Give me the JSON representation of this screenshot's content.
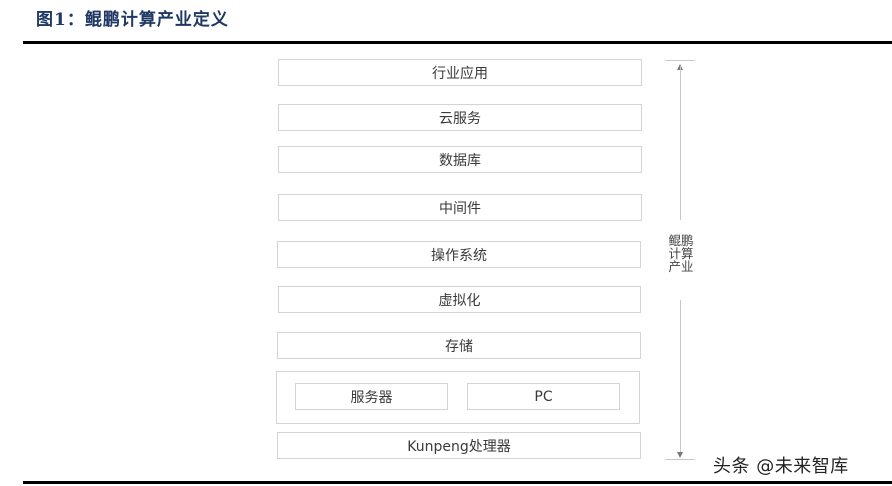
{
  "figure": {
    "title": "图1：鲲鹏计算产业定义"
  },
  "diagram": {
    "layers": [
      {
        "label": "行业应用"
      },
      {
        "label": "云服务"
      },
      {
        "label": "数据库"
      },
      {
        "label": "中间件"
      },
      {
        "label": "操作系统"
      },
      {
        "label": "虚拟化"
      },
      {
        "label": "存储"
      }
    ],
    "hardware": {
      "items": [
        {
          "label": "服务器"
        },
        {
          "label": "PC"
        }
      ]
    },
    "processor": {
      "label": "Kunpeng处理器"
    },
    "side_axis": {
      "lines": [
        "鲲鹏",
        "计算",
        "产业"
      ],
      "arrow": "double-headed vertical"
    }
  },
  "watermark": {
    "text": "头条 @未来智库"
  },
  "colors": {
    "title": "#1f3864",
    "box_border": "#d4d4d4",
    "axis_line": "#c8c8c8",
    "text": "#3a3a3a",
    "rule": "#000000"
  }
}
